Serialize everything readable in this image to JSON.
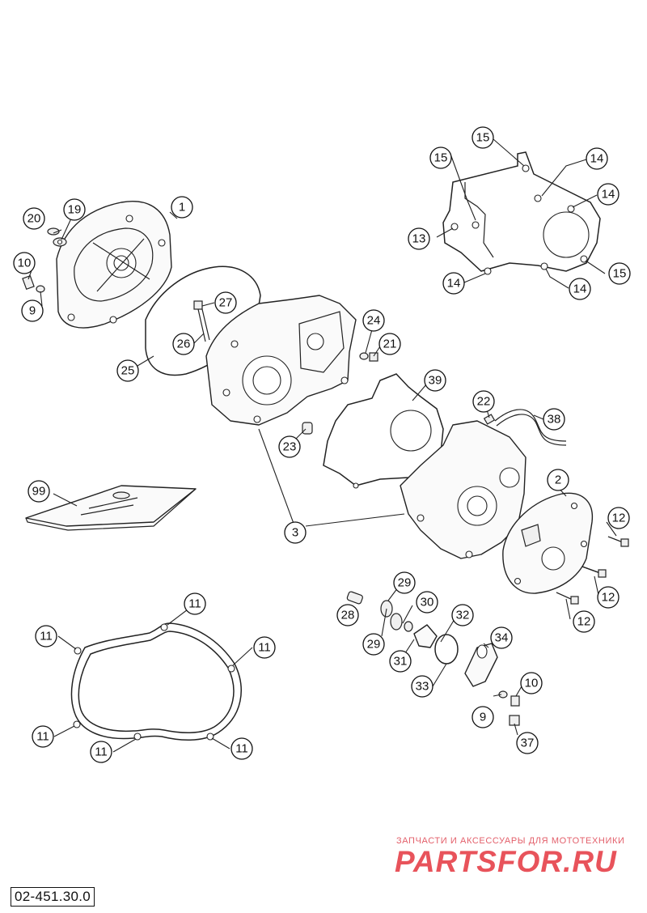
{
  "drawing_number": "02-451.30.0",
  "watermark": {
    "caption": "ЗАПЧАСТИ И АКСЕССУАРЫ ДЛЯ МОТОТЕХНИКИ",
    "logo_text": "PARTSFOR.RU"
  },
  "callouts": {
    "c1": "1",
    "c2": "2",
    "c3": "3",
    "c9a": "9",
    "c9b": "9",
    "c10a": "10",
    "c10b": "10",
    "c11a": "11",
    "c11b": "11",
    "c11c": "11",
    "c11d": "11",
    "c11e": "11",
    "c11f": "11",
    "c12a": "12",
    "c12b": "12",
    "c12c": "12",
    "c13": "13",
    "c14a": "14",
    "c14b": "14",
    "c14c": "14",
    "c14d": "14",
    "c15a": "15",
    "c15b": "15",
    "c15c": "15",
    "c19": "19",
    "c20": "20",
    "c21": "21",
    "c22": "22",
    "c23": "23",
    "c24": "24",
    "c25": "25",
    "c26": "26",
    "c27": "27",
    "c28": "28",
    "c29a": "29",
    "c29b": "29",
    "c30": "30",
    "c31": "31",
    "c32": "32",
    "c33": "33",
    "c34": "34",
    "c37": "37",
    "c38": "38",
    "c39": "39",
    "c99": "99"
  }
}
